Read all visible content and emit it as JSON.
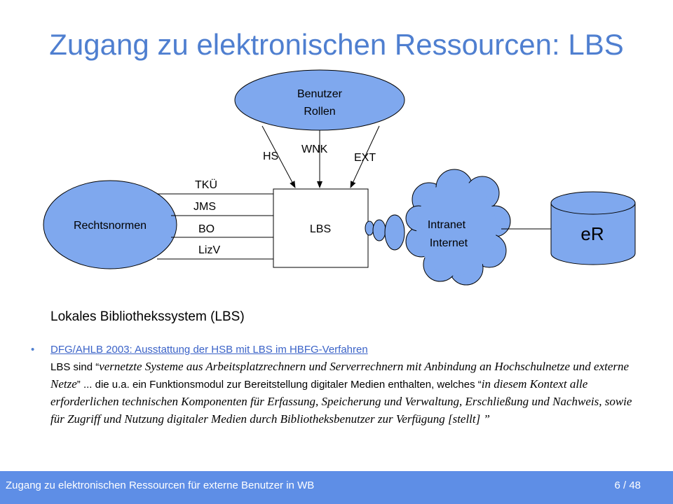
{
  "slide": {
    "title": "Zugang zu elektronischen Ressourcen: LBS"
  },
  "diagram": {
    "nodes": {
      "benutzer_line1": "Benutzer",
      "benutzer_line2": "Rollen",
      "rechtsnormen": "Rechtsnormen",
      "lbs": "LBS",
      "cloud_line1": "Intranet",
      "cloud_line2": "Internet",
      "er": "eR"
    },
    "arrows_from_users": [
      "HS",
      "WNK",
      "EXT"
    ],
    "rules_lines": [
      "TKÜ",
      "JMS",
      "BO",
      "LizV"
    ]
  },
  "text": {
    "subtitle": "Lokales Bibliothekssystem (LBS)",
    "link": "DFG/AHLB 2003: Ausstattung der HSB mit LBS im HBFG-Verfahren",
    "p1_prefix": "LBS sind “",
    "q1": "vernetzte Systeme aus Arbeitsplatzrechnern und Serverrechnern  mit Anbindung an Hochschulnetze und externe Netze",
    "p1_mid": "”  ... die u.a. ein Funktionsmodul zur Bereitstellung digitaler Medien enthalten, welches “",
    "q2": "in diesem Kontext alle erforderlichen technischen Komponenten für Erfassung, Speicherung und Verwaltung, Erschließung und Nachweis,  sowie für Zugriff und Nutzung digitaler Medien durch Bibliotheksbenutzer zur Verfügung [stellt]",
    "p1_end": " ”"
  },
  "footer": {
    "left": "Zugang zu elektronischen Ressourcen für externe Benutzer in WB",
    "right": "6 / 48"
  },
  "colors": {
    "accent": "#4f7fd0",
    "ellipse_fill": "#7fa8ee",
    "footer_bg": "#5e8ee6"
  }
}
